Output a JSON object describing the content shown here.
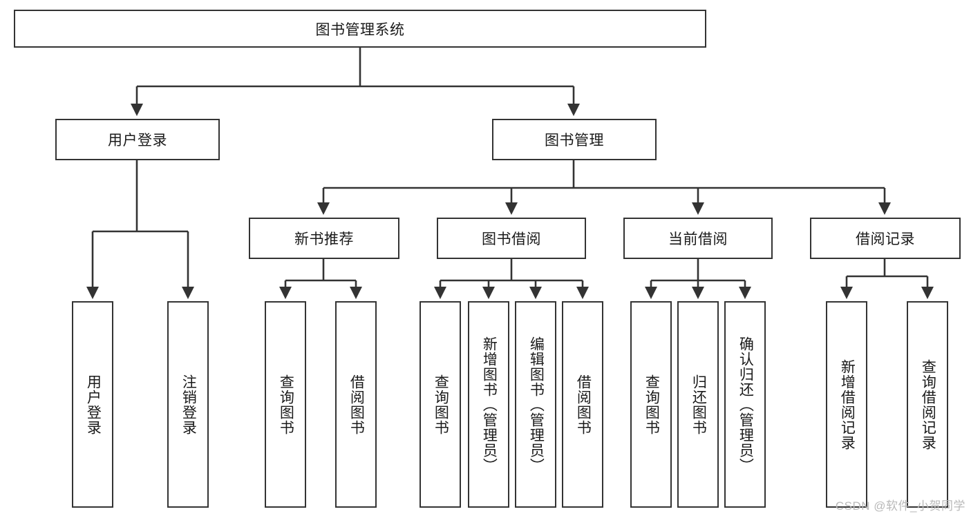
{
  "diagram": {
    "title": "图书管理系统",
    "type": "tree",
    "background": "#ffffff",
    "line_color": "#333333",
    "box_border": "#333333",
    "text_color": "#1a1a1a"
  },
  "nodes": {
    "root": {
      "label": "图书管理系统",
      "orientation": "horizontal"
    },
    "level1": [
      {
        "id": "user-login",
        "label": "用户登录",
        "orientation": "horizontal"
      },
      {
        "id": "book-manage",
        "label": "图书管理",
        "orientation": "horizontal"
      }
    ],
    "level2": [
      {
        "id": "new-book-recommend",
        "label": "新书推荐",
        "orientation": "horizontal"
      },
      {
        "id": "book-borrow",
        "label": "图书借阅",
        "orientation": "horizontal"
      },
      {
        "id": "current-borrow",
        "label": "当前借阅",
        "orientation": "horizontal"
      },
      {
        "id": "borrow-record",
        "label": "借阅记录",
        "orientation": "horizontal"
      }
    ],
    "leaves": [
      {
        "id": "leaf-user-login",
        "label": "用户登录",
        "parent": "user-login",
        "orientation": "vertical"
      },
      {
        "id": "leaf-logout-login",
        "label": "注销登录",
        "parent": "user-login",
        "orientation": "vertical"
      },
      {
        "id": "leaf-query-book-1",
        "label": "查询图书",
        "parent": "new-book-recommend",
        "orientation": "vertical"
      },
      {
        "id": "leaf-borrow-book-1",
        "label": "借阅图书",
        "parent": "new-book-recommend",
        "orientation": "vertical"
      },
      {
        "id": "leaf-query-book-2",
        "label": "查询图书",
        "parent": "book-borrow",
        "orientation": "vertical"
      },
      {
        "id": "leaf-add-book",
        "label": "新增图书（管理员）",
        "parent": "book-borrow",
        "orientation": "vertical"
      },
      {
        "id": "leaf-edit-book",
        "label": "编辑图书（管理员）",
        "parent": "book-borrow",
        "orientation": "vertical"
      },
      {
        "id": "leaf-borrow-book-2",
        "label": "借阅图书",
        "parent": "book-borrow",
        "orientation": "vertical"
      },
      {
        "id": "leaf-query-book-3",
        "label": "查询图书",
        "parent": "current-borrow",
        "orientation": "vertical"
      },
      {
        "id": "leaf-return-book",
        "label": "归还图书",
        "parent": "current-borrow",
        "orientation": "vertical"
      },
      {
        "id": "leaf-confirm-return",
        "label": "确认归还（管理员）",
        "parent": "current-borrow",
        "orientation": "vertical"
      },
      {
        "id": "leaf-add-record",
        "label": "新增借阅记录",
        "parent": "borrow-record",
        "orientation": "vertical"
      },
      {
        "id": "leaf-query-record",
        "label": "查询借阅记录",
        "parent": "borrow-record",
        "orientation": "vertical"
      }
    ]
  },
  "watermark": {
    "text": "CSDN @软件_小贺同学"
  }
}
